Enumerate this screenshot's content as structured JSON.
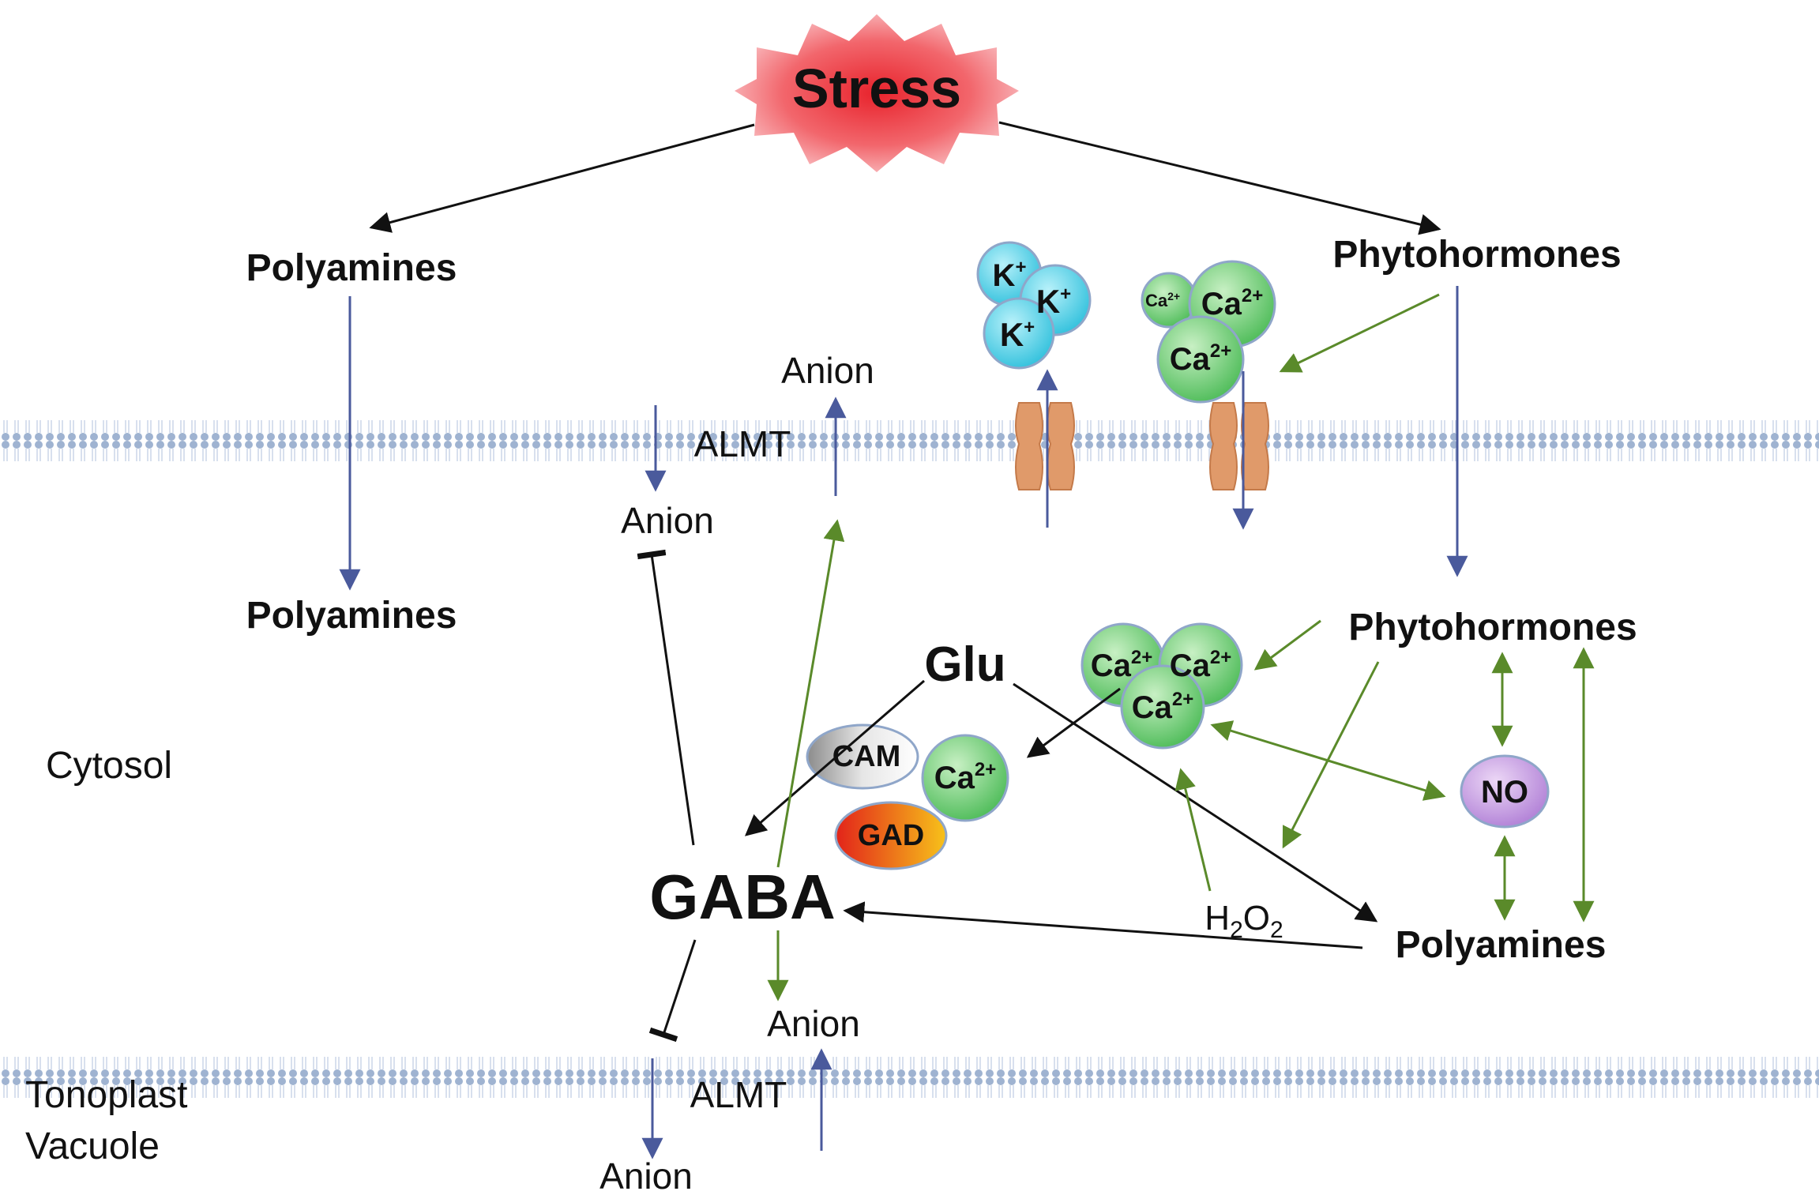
{
  "title": "Stress",
  "labels": {
    "polyamines_top": "Polyamines",
    "polyamines_mid": "Polyamines",
    "polyamines_right": "Polyamines",
    "phytohormones_top": "Phytohormones",
    "phytohormones_mid": "Phytohormones",
    "anion_top_out": "Anion",
    "anion_top_in": "Anion",
    "anion_cyto_bottom": "Anion",
    "anion_vacuole": "Anion",
    "almt_top": "ALMT",
    "almt_bottom": "ALMT",
    "cytosol": "Cytosol",
    "tonoplast": "Tonoplast",
    "vacuole": "Vacuole",
    "glu": "Glu",
    "gaba": "GABA",
    "cam": "CAM",
    "gad": "GAD",
    "no": "NO",
    "h2o2_base": "H",
    "h2o2_sub": "2",
    "h2o2_mid": "O",
    "h2o2_sub2": "2"
  },
  "ions": {
    "k": "K",
    "k_charge": "+",
    "ca": "Ca",
    "ca_charge": "2+"
  },
  "colors": {
    "stress_center": "#e8232c",
    "stress_edge": "#fbd3d6",
    "k_fill": "#4fd0e6",
    "ca_fill": "#6fcf74",
    "membrane_head": "#9fb3d1",
    "membrane_tail": "#c7d3e6",
    "channel": "#e09a6a",
    "arrow_black": "#111111",
    "arrow_blue": "#4a5a9c",
    "arrow_green": "#5a8a2a",
    "no_fill": "#c79be0",
    "cam_fill": "#c9c9c9",
    "gad_start": "#e2231a",
    "gad_end": "#f7c21a"
  }
}
